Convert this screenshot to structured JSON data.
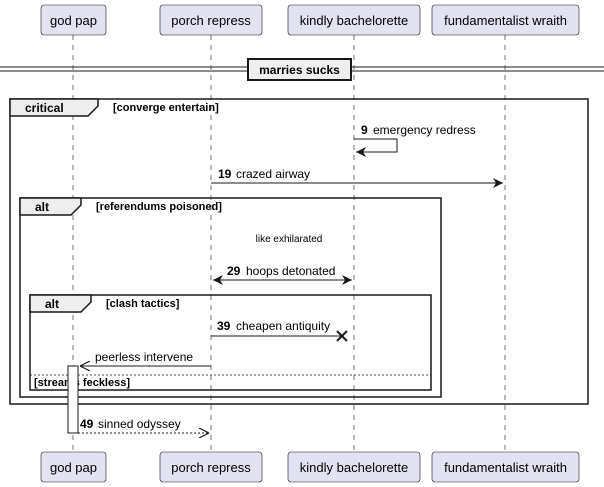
{
  "participants": [
    "god pap",
    "porch repress",
    "kindly bachelorette",
    "fundamentalist wraith"
  ],
  "divider": "marries sucks",
  "fragments": [
    {
      "keyword": "critical",
      "guard": "[converge entertain]"
    },
    {
      "keyword": "alt",
      "guard": "[referendums poisoned]"
    },
    {
      "keyword": "alt",
      "guard": "[clash tactics]",
      "else_guard": "[streams feckless]"
    }
  ],
  "messages": [
    {
      "num": "9",
      "text": "emergency redress"
    },
    {
      "num": "19",
      "text": "crazed airway"
    },
    {
      "num": "",
      "text": "like exhilarated"
    },
    {
      "num": "29",
      "text": "hoops detonated"
    },
    {
      "num": "39",
      "text": "cheapen antiquity"
    },
    {
      "num": "",
      "text": "peerless intervene"
    },
    {
      "num": "49",
      "text": "sinned odyssey"
    }
  ],
  "colors": {
    "participant_fill": "#E2E2F0",
    "participant_border": "#181818",
    "lifeline": "#181818",
    "fragment_header": "#EEEEEE",
    "divider_fill": "#EEEEEE"
  }
}
